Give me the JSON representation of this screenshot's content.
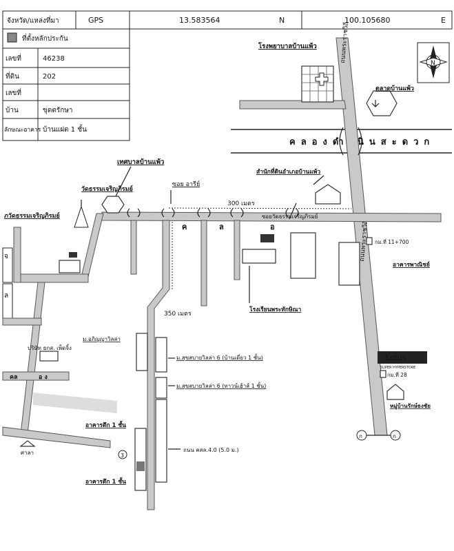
{
  "header": {
    "province_label": "จังหวัด/แหล่งที่มา",
    "gps_label": "GPS",
    "lat": "13.583564",
    "lat_dir": "N",
    "lon": "100.105680",
    "lon_dir": "E"
  },
  "info_box": {
    "legend_label": "ที่ตั้งหลักประกัน",
    "rows": [
      {
        "label": "เลขที่",
        "value": "46238"
      },
      {
        "label": "ที่ดิน",
        "value": "202"
      },
      {
        "label": "เลขที่",
        "value": ""
      },
      {
        "label": "บ้าน",
        "value": "ขุดตรักษา"
      },
      {
        "label": "ลักษณะอาคาร",
        "value": "บ้านแฝด 1 ชั้น"
      }
    ]
  },
  "labels": {
    "hospital": "โรงพยาบาลบ้านแพ้ว",
    "market": "ตลาดบ้านแพ้ว",
    "canal": "คลองดำเนินสะดวก",
    "municipality": "เทศบาลบ้านแพ้ว",
    "land_office": "สำนักที่ดินอำเภอบ้านแพ้ว",
    "temple1": "วัดธรรมเจริญภิรมย์",
    "temple2": "ภวัดธรรมเจริญภิรมย์",
    "soi": "ซอย อารีย์",
    "dist_300": "300 เมตร",
    "road_main": "ถนนพระราชวิถี",
    "soi_school": "ซอยวัดธรรมเจริญภิรมย์",
    "km": "กม.ที่ 11+700",
    "commercial": "อาคารพาณิชย์",
    "school": "โรงเรียนพระทักษิณา",
    "dist_350": "350 เมตร",
    "village1": "ม.อภิญญาวิลล่า",
    "village2": "ม.สุขสบายวิลล่า 6 (บ้านเดี่ยว 1 ชั้น)",
    "village3": "ม.สุขสบายวิลล่า 6 (ทาวน์เฮ้าส์ 1 ชั้น)",
    "road_width": "ถนน คสล.4.0 (5.0 ม.)",
    "bldg1": "อาคารตึก 1 ชั้น",
    "bldg2": "อาคารตึก 1 ชั้น",
    "store": "บริษัท ธกส. เพ็ดจิ้ง",
    "shrine": "ศาลา",
    "lotus": "Lotus",
    "lotus_sub": "SUPER HYPERSTORE",
    "km2": "กม.ที่ 28",
    "village_right": "หมู่บ้านรักษ์ธงชัย",
    "circle_a": "ก",
    "circle_b": "ก",
    "circle_num": "3",
    "left_road_mark": "คล",
    "left_road_mark2": "อ ง"
  }
}
